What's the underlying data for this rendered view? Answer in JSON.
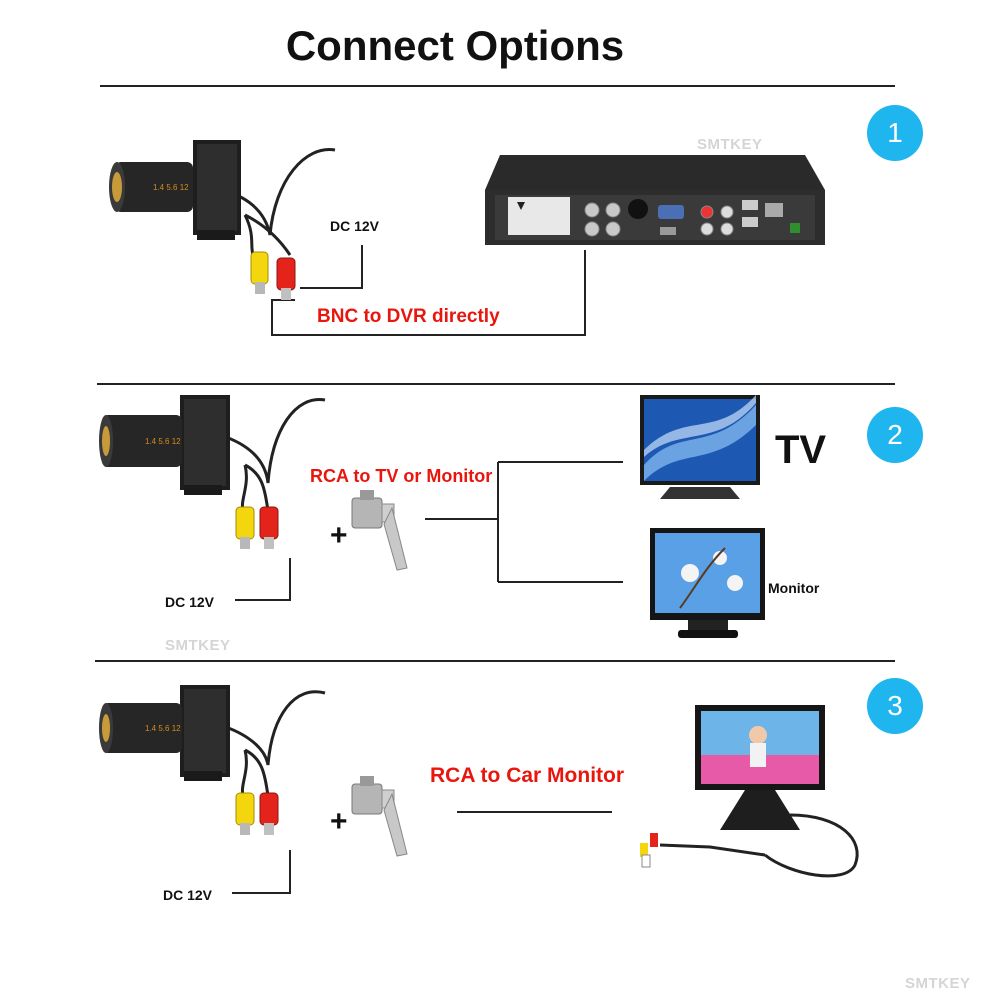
{
  "title": "Connect Options",
  "watermark": "SMTKEY",
  "badge_color": "#1fb6ef",
  "option1": {
    "number": "1",
    "power_label": "DC 12V",
    "connection_label": "BNC to DVR directly"
  },
  "option2": {
    "number": "2",
    "connection_label": "RCA to TV or Monitor",
    "plus": "+",
    "tv_label": "TV",
    "monitor_label": "Monitor",
    "power_label": "DC 12V"
  },
  "option3": {
    "number": "3",
    "connection_label": "RCA to Car Monitor",
    "plus": "+",
    "power_label": "DC 12V"
  }
}
